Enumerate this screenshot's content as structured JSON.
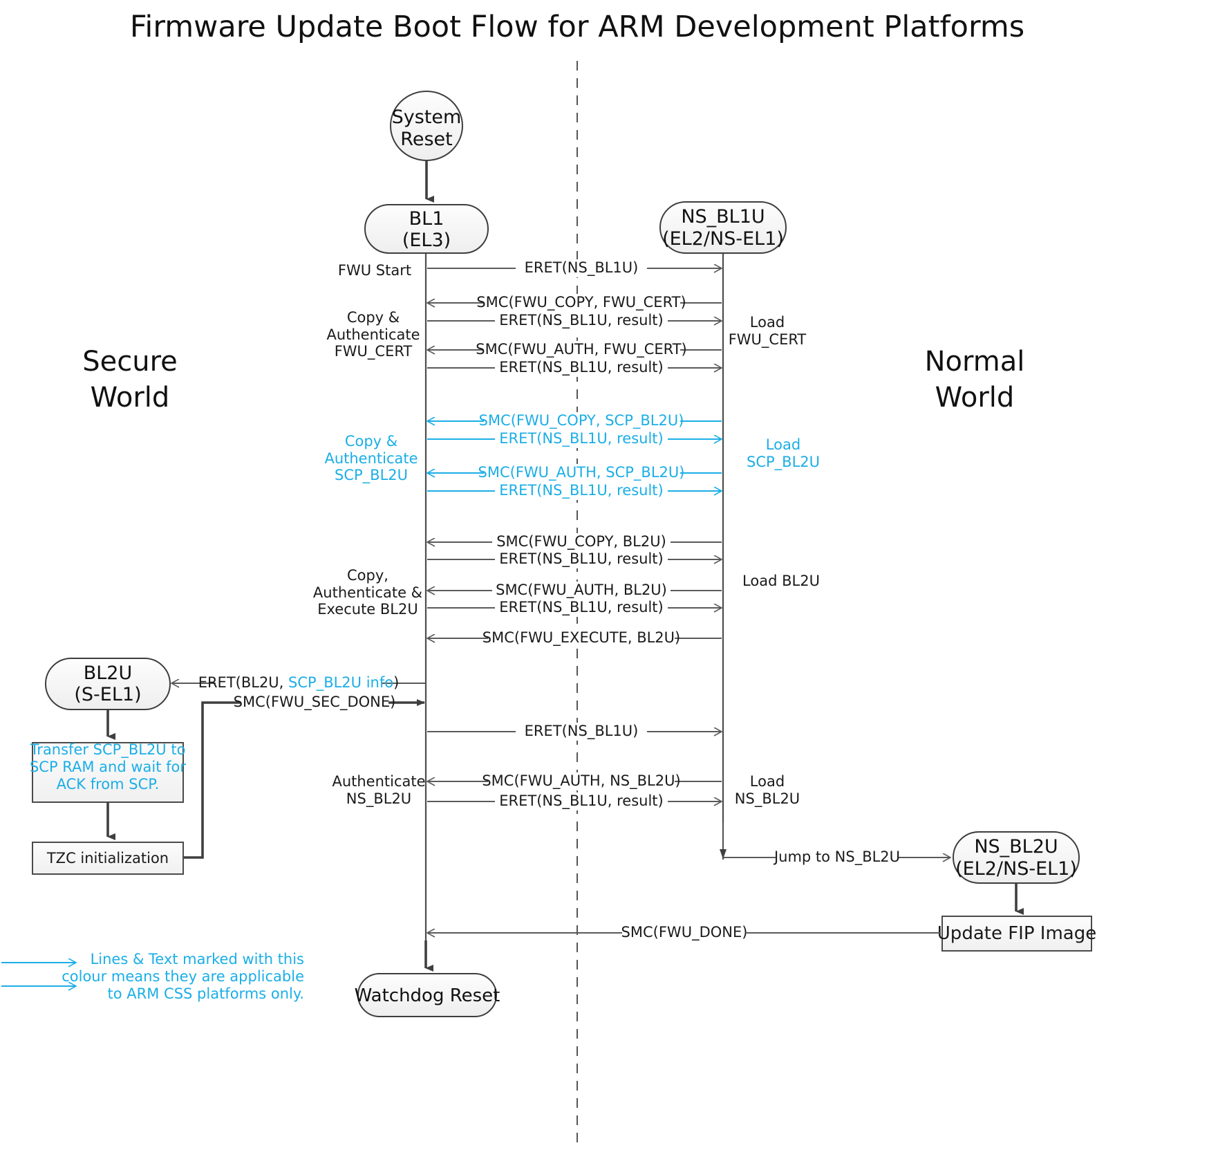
{
  "title": "Firmware Update Boot Flow for ARM Development Platforms",
  "worlds": {
    "secure_line1": "Secure",
    "secure_line2": "World",
    "normal_line1": "Normal",
    "normal_line2": "World"
  },
  "nodes": {
    "system_reset_l1": "System",
    "system_reset_l2": "Reset",
    "bl1_l1": "BL1",
    "bl1_l2": "(EL3)",
    "ns_bl1u_l1": "NS_BL1U",
    "ns_bl1u_l2": "(EL2/NS-EL1)",
    "bl2u_l1": "BL2U",
    "bl2u_l2": "(S-EL1)",
    "ns_bl2u_l1": "NS_BL2U",
    "ns_bl2u_l2": "(EL2/NS-EL1)",
    "watchdog_reset": "Watchdog Reset"
  },
  "process_boxes": {
    "transfer_l1": "Transfer SCP_BL2U to",
    "transfer_l2": "SCP RAM and wait for",
    "transfer_l3": "ACK from SCP.",
    "tzc_init": "TZC initialization",
    "update_fip": "Update FIP Image"
  },
  "left_annotations": [
    {
      "lines": [
        "FWU Start"
      ],
      "color": "black"
    },
    {
      "lines": [
        "Copy &",
        "Authenticate",
        "FWU_CERT"
      ],
      "color": "black"
    },
    {
      "lines": [
        "Copy &",
        "Authenticate",
        "SCP_BL2U"
      ],
      "color": "cyan"
    },
    {
      "lines": [
        "Copy,",
        "Authenticate &",
        "Execute BL2U"
      ],
      "color": "black"
    },
    {
      "lines": [
        "Authenticate",
        "NS_BL2U"
      ],
      "color": "black"
    }
  ],
  "right_annotations": [
    {
      "lines": [
        "Load",
        "FWU_CERT"
      ],
      "color": "black"
    },
    {
      "lines": [
        "Load",
        "SCP_BL2U"
      ],
      "color": "cyan"
    },
    {
      "lines": [
        "Load BL2U"
      ],
      "color": "black"
    },
    {
      "lines": [
        "Load",
        "NS_BL2U"
      ],
      "color": "black"
    }
  ],
  "messages": [
    {
      "label": "ERET(NS_BL1U)",
      "dir": "right",
      "color": "black"
    },
    {
      "label": "SMC(FWU_COPY, FWU_CERT)",
      "dir": "left",
      "color": "black"
    },
    {
      "label": "ERET(NS_BL1U, result)",
      "dir": "right",
      "color": "black"
    },
    {
      "label": "SMC(FWU_AUTH, FWU_CERT)",
      "dir": "left",
      "color": "black"
    },
    {
      "label": "ERET(NS_BL1U, result)",
      "dir": "right",
      "color": "black"
    },
    {
      "label": "SMC(FWU_COPY, SCP_BL2U)",
      "dir": "left",
      "color": "cyan"
    },
    {
      "label": "ERET(NS_BL1U, result)",
      "dir": "right",
      "color": "cyan"
    },
    {
      "label": "SMC(FWU_AUTH, SCP_BL2U)",
      "dir": "left",
      "color": "cyan"
    },
    {
      "label": "ERET(NS_BL1U, result)",
      "dir": "right",
      "color": "cyan"
    },
    {
      "label": "SMC(FWU_COPY, BL2U)",
      "dir": "left",
      "color": "black"
    },
    {
      "label": "ERET(NS_BL1U, result)",
      "dir": "right",
      "color": "black"
    },
    {
      "label": "SMC(FWU_AUTH, BL2U)",
      "dir": "left",
      "color": "black"
    },
    {
      "label": "ERET(NS_BL1U, result)",
      "dir": "right",
      "color": "black"
    },
    {
      "label": "SMC(FWU_EXECUTE, BL2U)",
      "dir": "left",
      "color": "black"
    },
    {
      "label": "ERET(NS_BL1U)",
      "dir": "right",
      "color": "black"
    },
    {
      "label": "SMC(FWU_AUTH, NS_BL2U)",
      "dir": "left",
      "color": "black"
    },
    {
      "label": "ERET(NS_BL1U, result)",
      "dir": "right",
      "color": "black"
    }
  ],
  "special_messages": {
    "eret_bl2u_prefix": "ERET(BL2U, ",
    "eret_bl2u_cyan": "SCP_BL2U info",
    "eret_bl2u_suffix": ")",
    "smc_fwu_sec_done": "SMC(FWU_SEC_DONE)",
    "jump_to_ns_bl2u": "Jump to NS_BL2U",
    "smc_fwu_done": "SMC(FWU_DONE)"
  },
  "legend": {
    "line1": "Lines & Text marked with this",
    "line2": "colour means they are applicable",
    "line3": "to ARM CSS platforms only."
  },
  "colors": {
    "accent_cyan": "#1BAEE6",
    "line_gray": "#5a5a5a",
    "node_fill": "#f4f4f4",
    "text": "#111111"
  }
}
